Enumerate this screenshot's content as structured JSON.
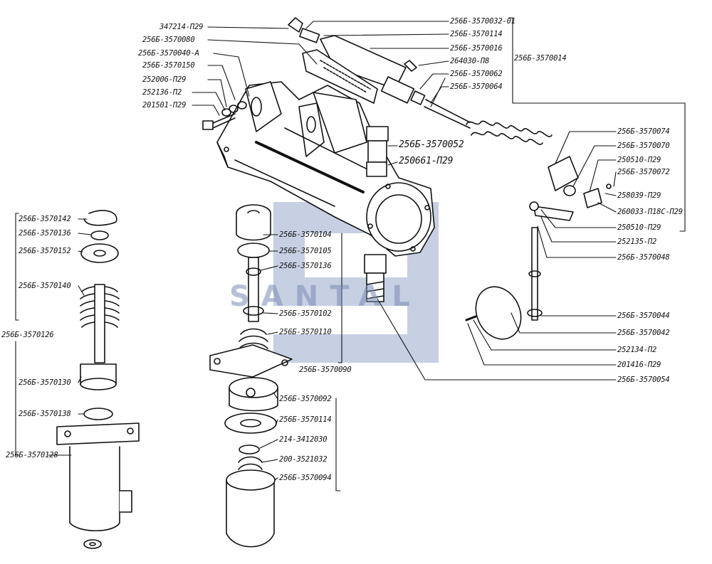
{
  "watermark": "SANTAL",
  "colors": {
    "ink": "#111111",
    "watermark": "#8fa0c4"
  },
  "labels": {
    "l01": "347214-П29",
    "l02": "256Б-3570080",
    "l03": "256Б-3570040-А",
    "l04": "256Б-3570150",
    "l05": "252006-П29",
    "l06": "252136-П2",
    "l07": "201501-П29",
    "l08": "256Б-3570032-01",
    "l09": "256Б-3570114",
    "l10": "256Б-3570016",
    "l11": "264030-П8",
    "l12": "256Б-3570062",
    "l13": "256Б-3570064",
    "l14": "256Б-3570014",
    "l15": "256Б-3570052",
    "l16": "250661-П29",
    "l17": "256Б-3570074",
    "l18": "256Б-3570070",
    "l19": "250510-П29",
    "l20": "256Б-3570072",
    "l21": "258039-П29",
    "l22": "260033-П18С-П29",
    "l23": "250510-П29",
    "l24": "252135-П2",
    "l25": "256Б-3570048",
    "l26": "256Б-3570044",
    "l27": "256Б-3570042",
    "l28": "252134-П2",
    "l29": "201416-П29",
    "l30": "256Б-3570054",
    "l31": "256Б-3570142",
    "l32": "256Б-3570136",
    "l33": "256Б-3570152",
    "l34": "256Б-3570140",
    "l35": "256Б-3570126",
    "l36": "256Б-3570130",
    "l37": "256Б-3570138",
    "l38": "256Б-3570128",
    "l39": "256Б-3570104",
    "l40": "256Б-3570105",
    "l41": "256Б-3570136",
    "l42": "256Б-3570102",
    "l43": "256Б-3570110",
    "l44": "256Б-3570090",
    "l45": "256Б-3570092",
    "l46": "256Б-3570114",
    "l47": "214-3412030",
    "l48": "200-3521032",
    "l49": "256Б-3570094"
  }
}
